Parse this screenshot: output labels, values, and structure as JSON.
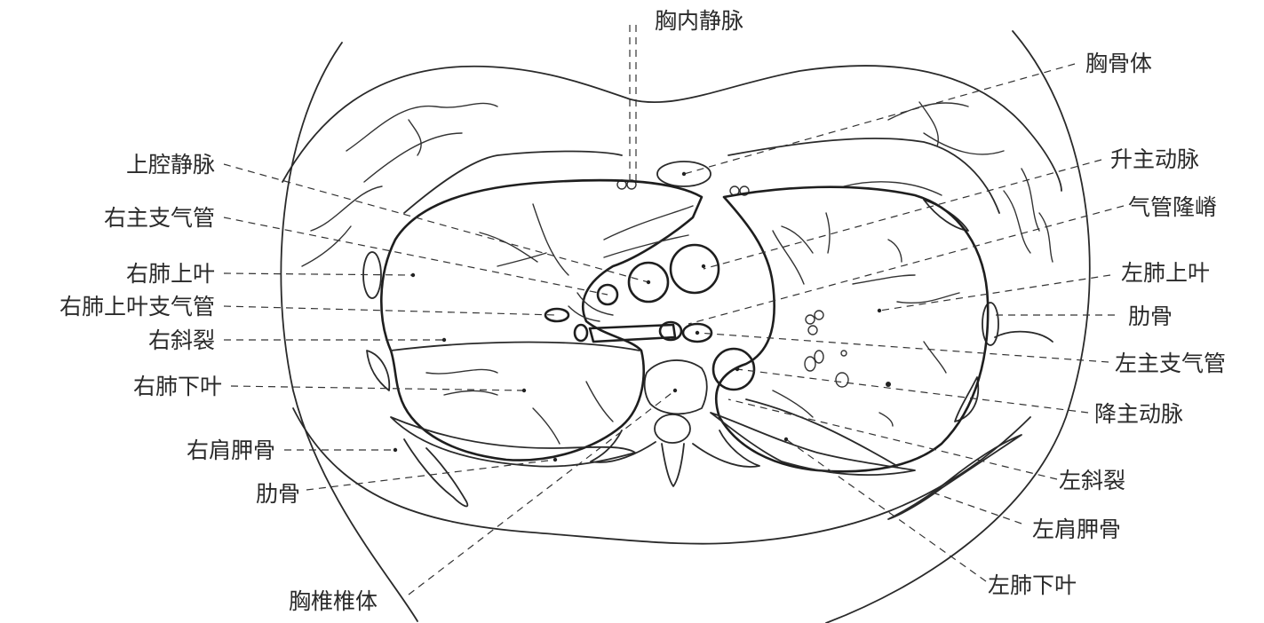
{
  "labels_left": {
    "superior_vena_cava": "上腔静脉",
    "right_main_bronchus": "右主支气管",
    "right_upper_lobe": "右肺上叶",
    "right_upper_lobe_bronchus": "右肺上叶支气管",
    "right_oblique_fissure": "右斜裂",
    "right_lower_lobe": "右肺下叶",
    "right_scapula": "右肩胛骨",
    "rib_left": "肋骨"
  },
  "labels_right": {
    "sternum_body": "胸骨体",
    "ascending_aorta": "升主动脉",
    "carina": "气管隆嵴",
    "left_upper_lobe": "左肺上叶",
    "rib_right": "肋骨",
    "left_main_bronchus": "左主支气管",
    "descending_aorta": "降主动脉",
    "left_oblique_fissure": "左斜裂",
    "left_scapula": "左肩胛骨",
    "left_lower_lobe": "左肺下叶"
  },
  "labels_center": {
    "internal_thoracic_vein": "胸内静脉",
    "vertebral_body": "胸椎椎体"
  }
}
